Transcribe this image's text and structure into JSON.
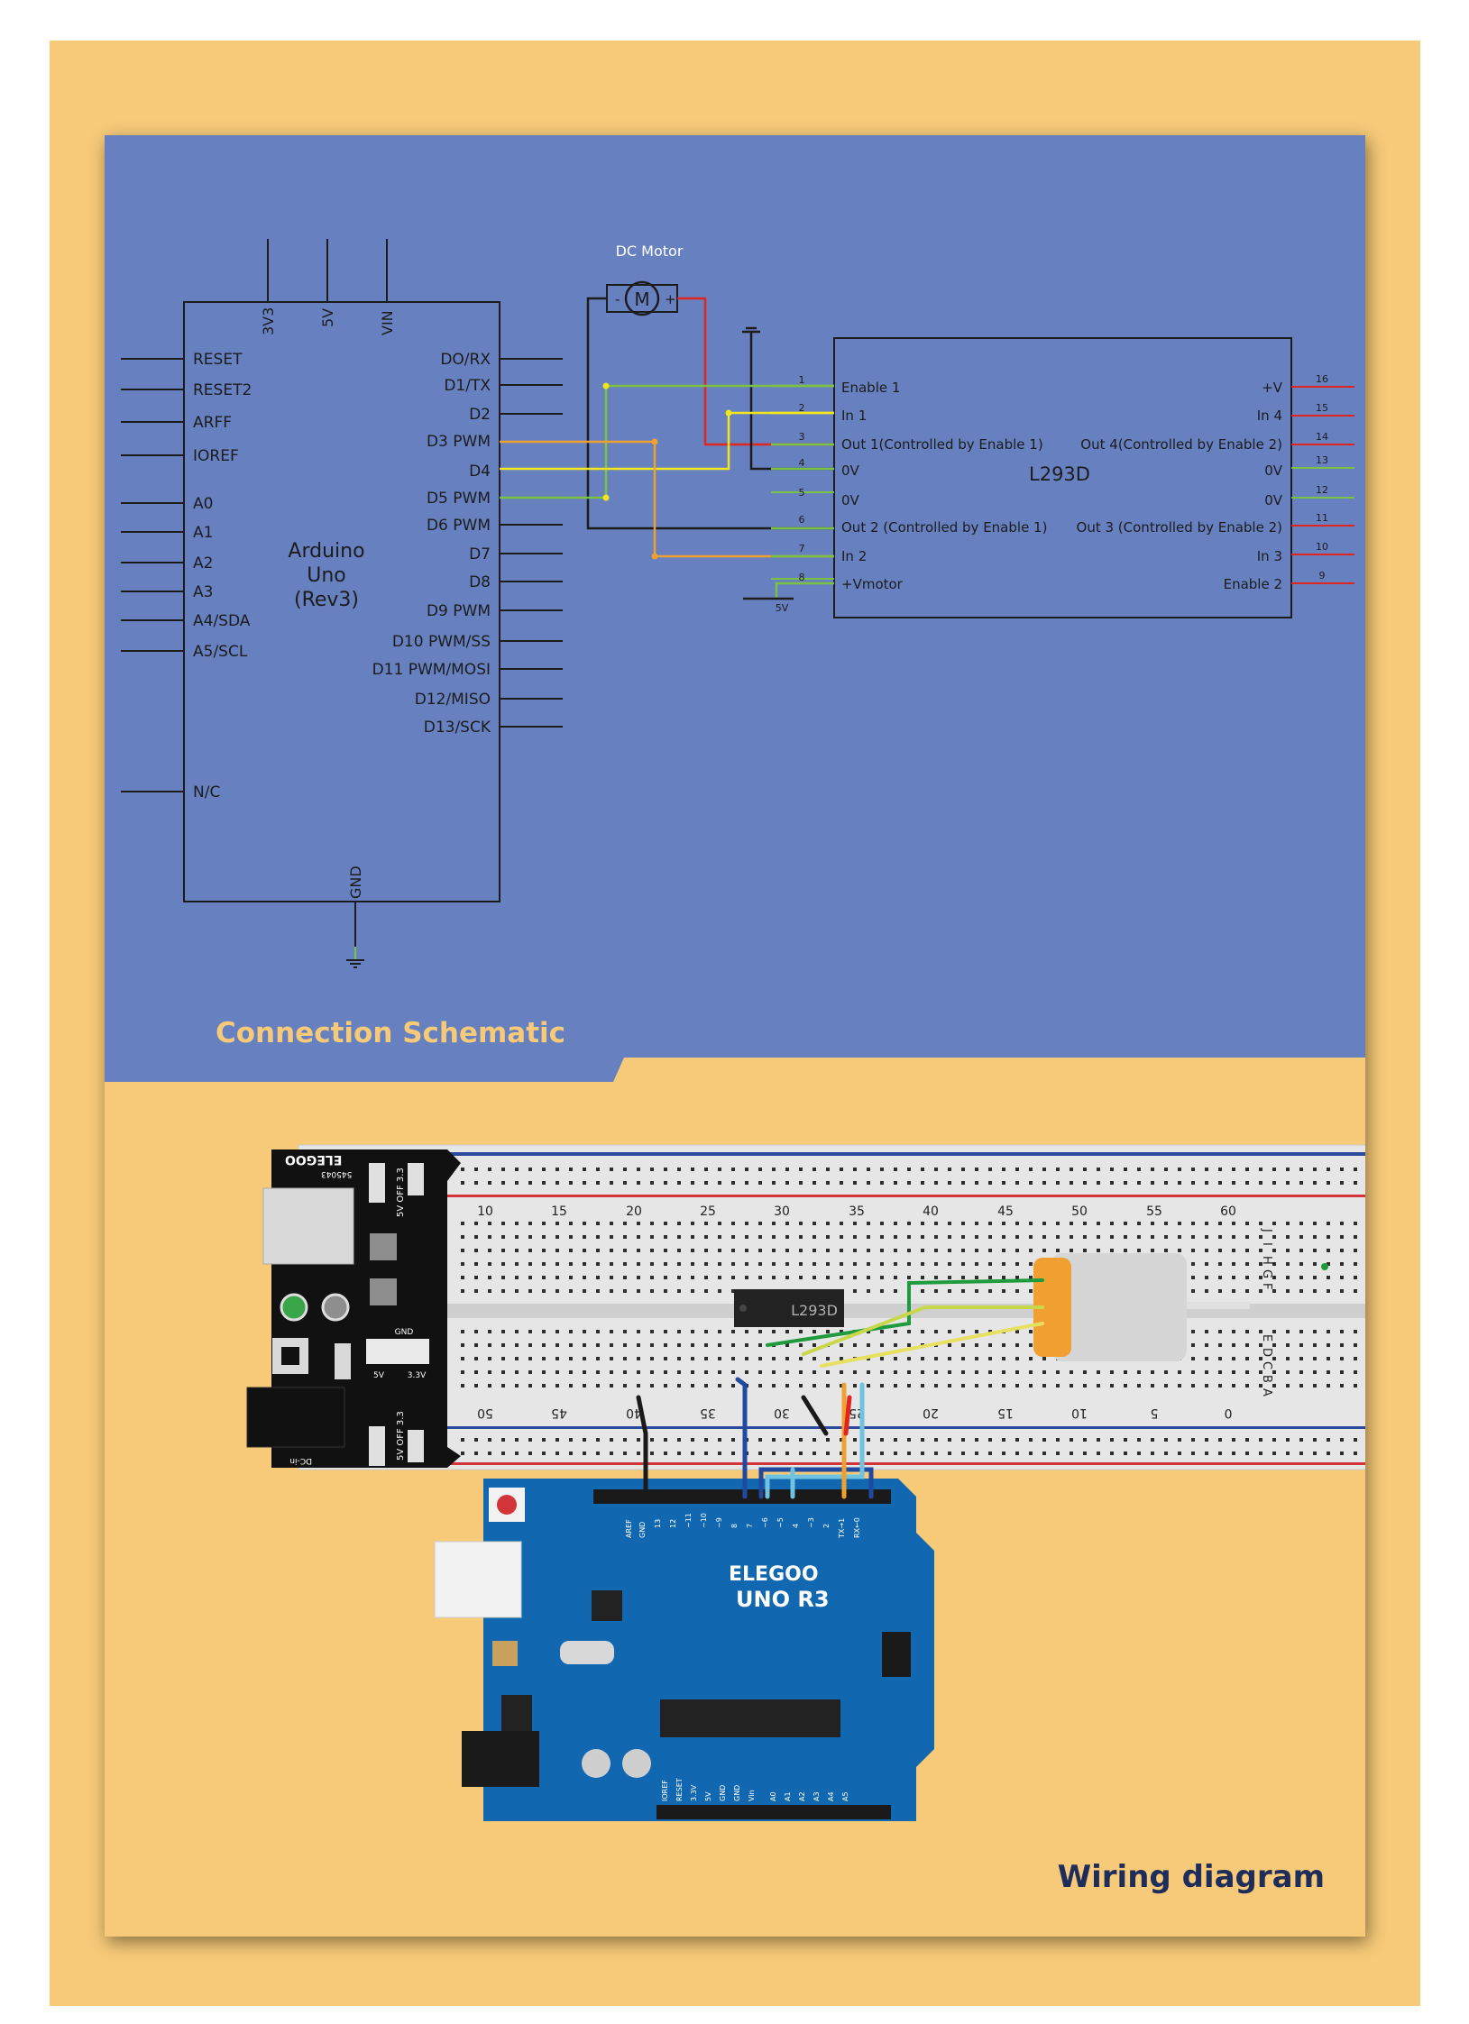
{
  "schematic": {
    "title": "Connection Schematic",
    "motor": {
      "label": "DC Motor",
      "symbol": "M",
      "minus": "-",
      "plus": "+"
    },
    "arduino": {
      "name_lines": [
        "Arduino",
        "Uno",
        "(Rev3)"
      ],
      "top_pins": [
        "3V3",
        "5V",
        "VIN"
      ],
      "left_pins": [
        "RESET",
        "RESET2",
        "ARFF",
        "IOREF",
        "A0",
        "A1",
        "A2",
        "A3",
        "A4/SDA",
        "A5/SCL",
        "N/C"
      ],
      "right_pins": [
        "DO/RX",
        "D1/TX",
        "D2",
        "D3 PWM",
        "D4",
        "D5 PWM",
        "D6 PWM",
        "D7",
        "D8",
        "D9 PWM",
        "D10 PWM/SS",
        "D11 PWM/MOSI",
        "D12/MISO",
        "D13/SCK"
      ],
      "gnd_label": "GND"
    },
    "l293d": {
      "name": "L293D",
      "left_pins": [
        {
          "num": "1",
          "label": "Enable 1"
        },
        {
          "num": "2",
          "label": "In 1"
        },
        {
          "num": "3",
          "label": "Out 1(Controlled by Enable 1)"
        },
        {
          "num": "4",
          "label": "0V"
        },
        {
          "num": "5",
          "label": "0V"
        },
        {
          "num": "6",
          "label": "Out 2 (Controlled by Enable 1)"
        },
        {
          "num": "7",
          "label": "In 2"
        },
        {
          "num": "8",
          "label": "+Vmotor"
        }
      ],
      "right_pins": [
        {
          "num": "16",
          "label": "+V"
        },
        {
          "num": "15",
          "label": "In 4"
        },
        {
          "num": "14",
          "label": "Out 4(Controlled by Enable 2)"
        },
        {
          "num": "13",
          "label": "0V"
        },
        {
          "num": "12",
          "label": "0V"
        },
        {
          "num": "11",
          "label": "Out 3 (Controlled by Enable 2)"
        },
        {
          "num": "10",
          "label": "In 3"
        },
        {
          "num": "9",
          "label": "Enable 2"
        }
      ],
      "vmotor_supply": "5V"
    }
  },
  "wiring": {
    "title": "Wiring diagram",
    "power_module": {
      "brand": "ELEGOO",
      "model": "545043",
      "jumper_top": "5V OFF 3.3",
      "jumper_bottom": "5V OFF 3.3",
      "gnd": "GND",
      "v5": "5V",
      "v33": "3.3V",
      "dc_in": "DC-in"
    },
    "breadboard": {
      "top_numbers": [
        "10",
        "15",
        "20",
        "25",
        "30",
        "35",
        "40",
        "45",
        "50",
        "55",
        "60"
      ],
      "bottom_numbers": [
        "50",
        "45",
        "40",
        "35",
        "30",
        "25",
        "20",
        "15",
        "10",
        "5",
        "0"
      ],
      "rows_top": [
        "J",
        "I",
        "H",
        "G",
        "F"
      ],
      "rows_bottom": [
        "E",
        "D",
        "C",
        "B",
        "A"
      ],
      "chip_label": "L293D"
    },
    "uno": {
      "brand": "ELEGOO",
      "model": "UNO R3",
      "top_header": [
        "AREF",
        "GND",
        "13",
        "12",
        "~11",
        "~10",
        "~9",
        "8",
        "7",
        "~6",
        "~5",
        "4",
        "~3",
        "2",
        "TX→1",
        "RX←0"
      ],
      "bottom_header": [
        "IOREF",
        "RESET",
        "3.3V",
        "5V",
        "GND",
        "GND",
        "Vin",
        "A0",
        "A1",
        "A2",
        "A3",
        "A4",
        "A5"
      ]
    }
  },
  "colors": {
    "schematic_bg": "#6680c0",
    "page_bg": "#f6ca78",
    "wire_red": "#e0241f",
    "wire_green": "#7cc242",
    "wire_yellow": "#f2e71a",
    "wire_orange": "#f0a030",
    "uno_blue": "#1168b0"
  }
}
